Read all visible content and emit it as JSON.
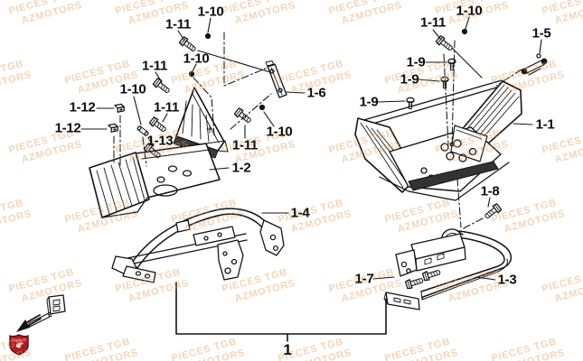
{
  "page": {
    "description": "Exploded parts diagram - footrest assembly",
    "background": "#ffffff",
    "line_color": "#141414"
  },
  "watermark": {
    "line1": "PIECES TGB",
    "line2": "AZMOTORS",
    "color": "#e59a55",
    "opacity": 0.42
  },
  "brand_logo": {
    "name": "red-shield-logo",
    "fill": "#b21a25",
    "border": "#5c0c12"
  },
  "diagram": {
    "figure_label": "1",
    "callouts": [
      {
        "id": "1-11-a",
        "text": "1-11"
      },
      {
        "id": "1-10-a",
        "text": "1-10"
      },
      {
        "id": "1-11-b",
        "text": "1-11"
      },
      {
        "id": "1-10-b",
        "text": "1-10"
      },
      {
        "id": "1-10-c",
        "text": "1-10"
      },
      {
        "id": "1-12-a",
        "text": "1-12"
      },
      {
        "id": "1-12-b",
        "text": "1-12"
      },
      {
        "id": "1-11-c",
        "text": "1-11"
      },
      {
        "id": "1-13",
        "text": "1-13"
      },
      {
        "id": "1-11-d",
        "text": "1-11"
      },
      {
        "id": "1-10-d",
        "text": "1-10"
      },
      {
        "id": "1-2",
        "text": "1-2"
      },
      {
        "id": "1-6",
        "text": "1-6"
      },
      {
        "id": "1-11-e",
        "text": "1-11"
      },
      {
        "id": "1-10-e",
        "text": "1-10"
      },
      {
        "id": "1-5",
        "text": "1-5"
      },
      {
        "id": "1-9-a",
        "text": "1-9"
      },
      {
        "id": "1-9-b",
        "text": "1-9"
      },
      {
        "id": "1-9-c",
        "text": "1-9"
      },
      {
        "id": "1-1",
        "text": "1-1"
      },
      {
        "id": "1-8",
        "text": "1-8"
      },
      {
        "id": "1-4",
        "text": "1-4"
      },
      {
        "id": "1-7",
        "text": "1-7"
      },
      {
        "id": "1-3",
        "text": "1-3"
      },
      {
        "id": "fig-1",
        "text": "1"
      }
    ]
  }
}
